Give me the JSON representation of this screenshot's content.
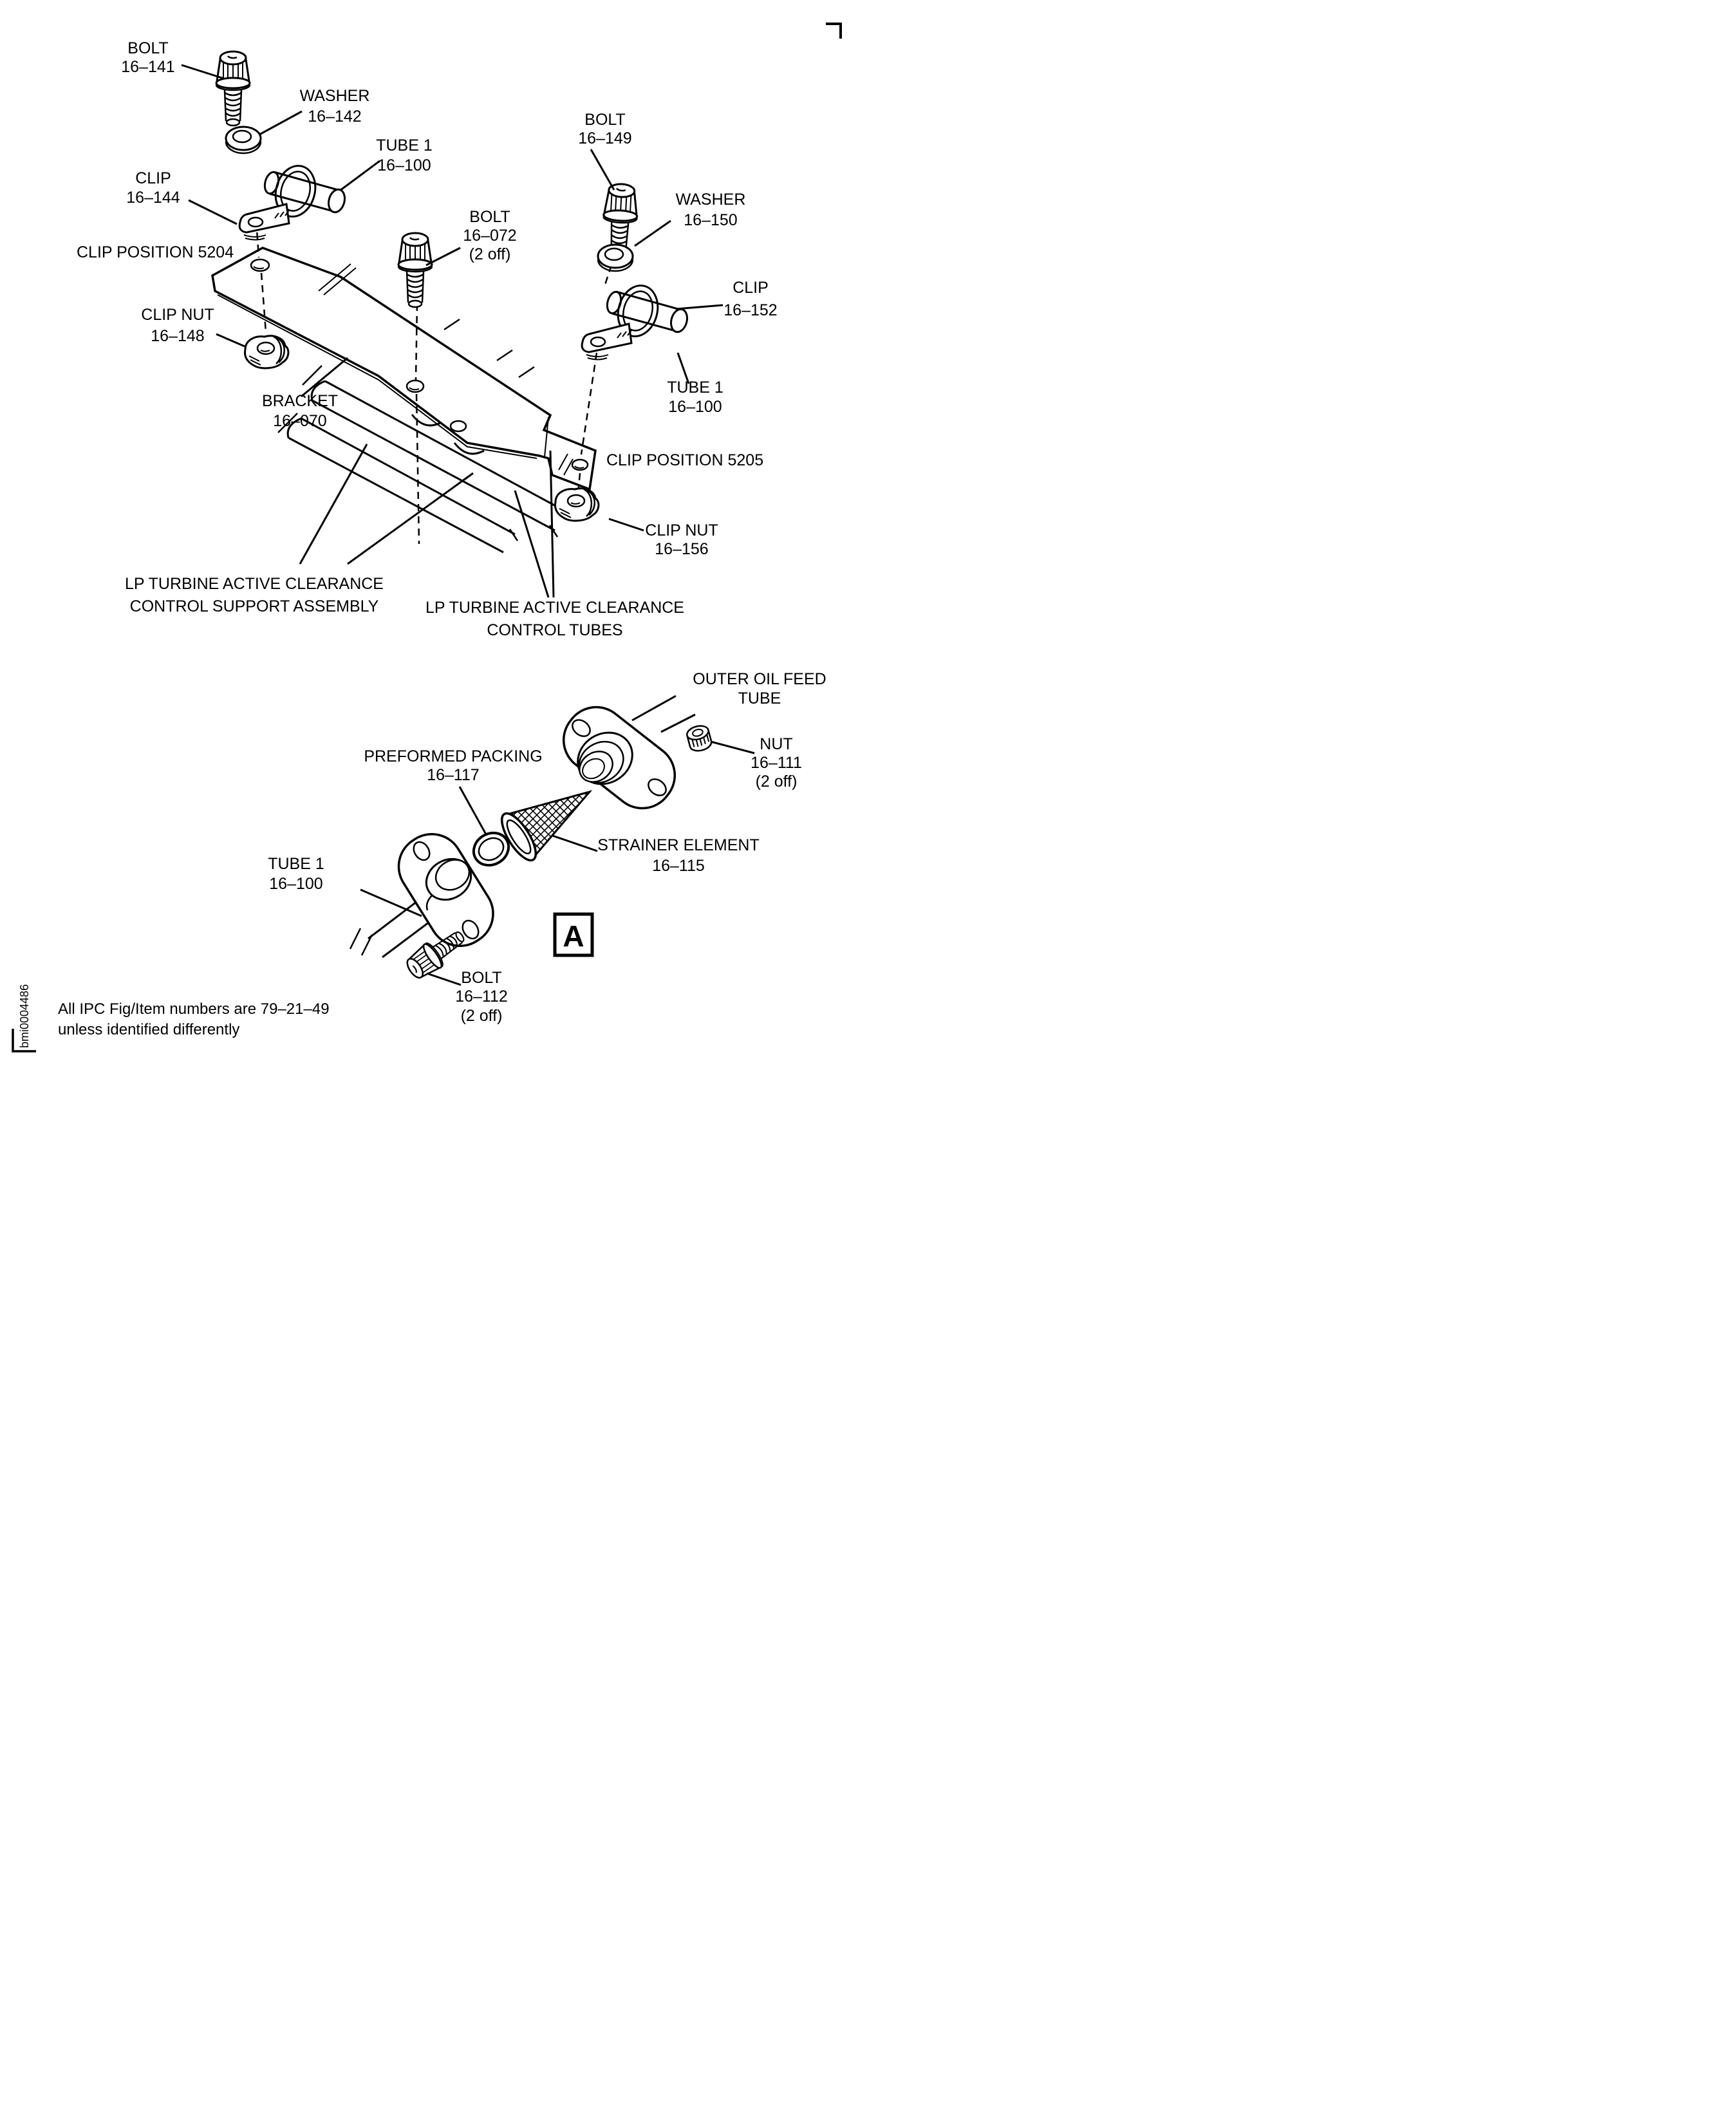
{
  "figure": {
    "id": "bmi0004486",
    "detail_marker": "A",
    "note": {
      "line1": "All IPC Fig/Item numbers are 79–21–49",
      "line2": "unless identified differently"
    }
  },
  "labels": {
    "bolt_141": {
      "name": "BOLT",
      "number": "16–141"
    },
    "washer_142": {
      "name": "WASHER",
      "number": "16–142"
    },
    "tube1_top": {
      "name": "TUBE 1",
      "number": "16–100"
    },
    "clip_144": {
      "name": "CLIP",
      "number": "16–144"
    },
    "clip_position_5204": {
      "name": "CLIP POSITION 5204"
    },
    "clip_nut_148": {
      "name": "CLIP NUT",
      "number": "16–148"
    },
    "bracket_070": {
      "name": "BRACKET",
      "number": "16–070"
    },
    "bolt_072": {
      "name": "BOLT",
      "number": "16–072",
      "qty": "(2 off)"
    },
    "bolt_149": {
      "name": "BOLT",
      "number": "16–149"
    },
    "washer_150": {
      "name": "WASHER",
      "number": "16–150"
    },
    "clip_152": {
      "name": "CLIP",
      "number": "16–152"
    },
    "tube1_right": {
      "name": "TUBE 1",
      "number": "16–100"
    },
    "clip_position_5205": {
      "name": "CLIP POSITION 5205"
    },
    "clip_nut_156": {
      "name": "CLIP NUT",
      "number": "16–156"
    },
    "support_assembly": {
      "line1": "LP TURBINE ACTIVE CLEARANCE",
      "line2": "CONTROL SUPPORT ASSEMBLY"
    },
    "control_tubes": {
      "line1": "LP TURBINE ACTIVE CLEARANCE",
      "line2": "CONTROL TUBES"
    },
    "outer_oil_feed_tube": {
      "line1": "OUTER OIL FEED",
      "line2": "TUBE"
    },
    "nut_111": {
      "name": "NUT",
      "number": "16–111",
      "qty": "(2 off)"
    },
    "preformed_packing_117": {
      "name": "PREFORMED PACKING",
      "number": "16–117"
    },
    "strainer_element_115": {
      "name": "STRAINER ELEMENT",
      "number": "16–115"
    },
    "tube1_bottom": {
      "name": "TUBE 1",
      "number": "16–100"
    },
    "bolt_112": {
      "name": "BOLT",
      "number": "16–112",
      "qty": "(2 off)"
    }
  },
  "colors": {
    "ink": "#000000",
    "paper": "#ffffff"
  }
}
